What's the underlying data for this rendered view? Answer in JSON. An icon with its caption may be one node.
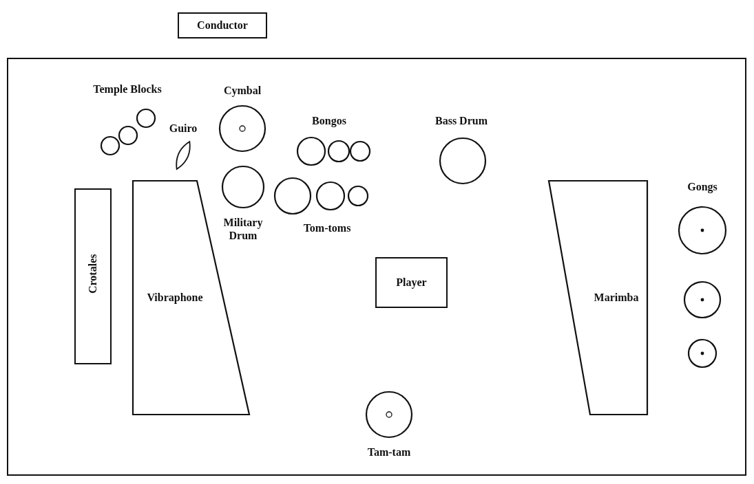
{
  "diagram": {
    "nodes": [
      {
        "text": [
          "Conductor"
        ]
      },
      {
        "text": [],
        "shape": "box"
      },
      {
        "text": [
          "Temple Blocks"
        ],
        "in": 1
      },
      {
        "text": [
          "Guiro"
        ],
        "in": 1
      },
      {
        "text": [
          "Cymbal"
        ],
        "in": 1
      },
      {
        "text": [
          "Bongos"
        ],
        "in": 1
      },
      {
        "text": [
          "Bass Drum"
        ],
        "in": 1
      },
      {
        "text": [
          "Military Drum"
        ],
        "in": 1
      },
      {
        "text": [
          "Tom-toms"
        ],
        "in": 1
      },
      {
        "text": [
          "Crotales"
        ],
        "in": 1
      },
      {
        "text": [
          "Vibraphone"
        ],
        "in": 1
      },
      {
        "text": [
          "Player"
        ],
        "in": 1
      },
      {
        "text": [
          "Marimba"
        ],
        "in": 1
      },
      {
        "text": [
          "Gongs"
        ],
        "in": 1
      },
      {
        "text": [
          "Tam-tam"
        ],
        "in": 1
      }
    ]
  }
}
